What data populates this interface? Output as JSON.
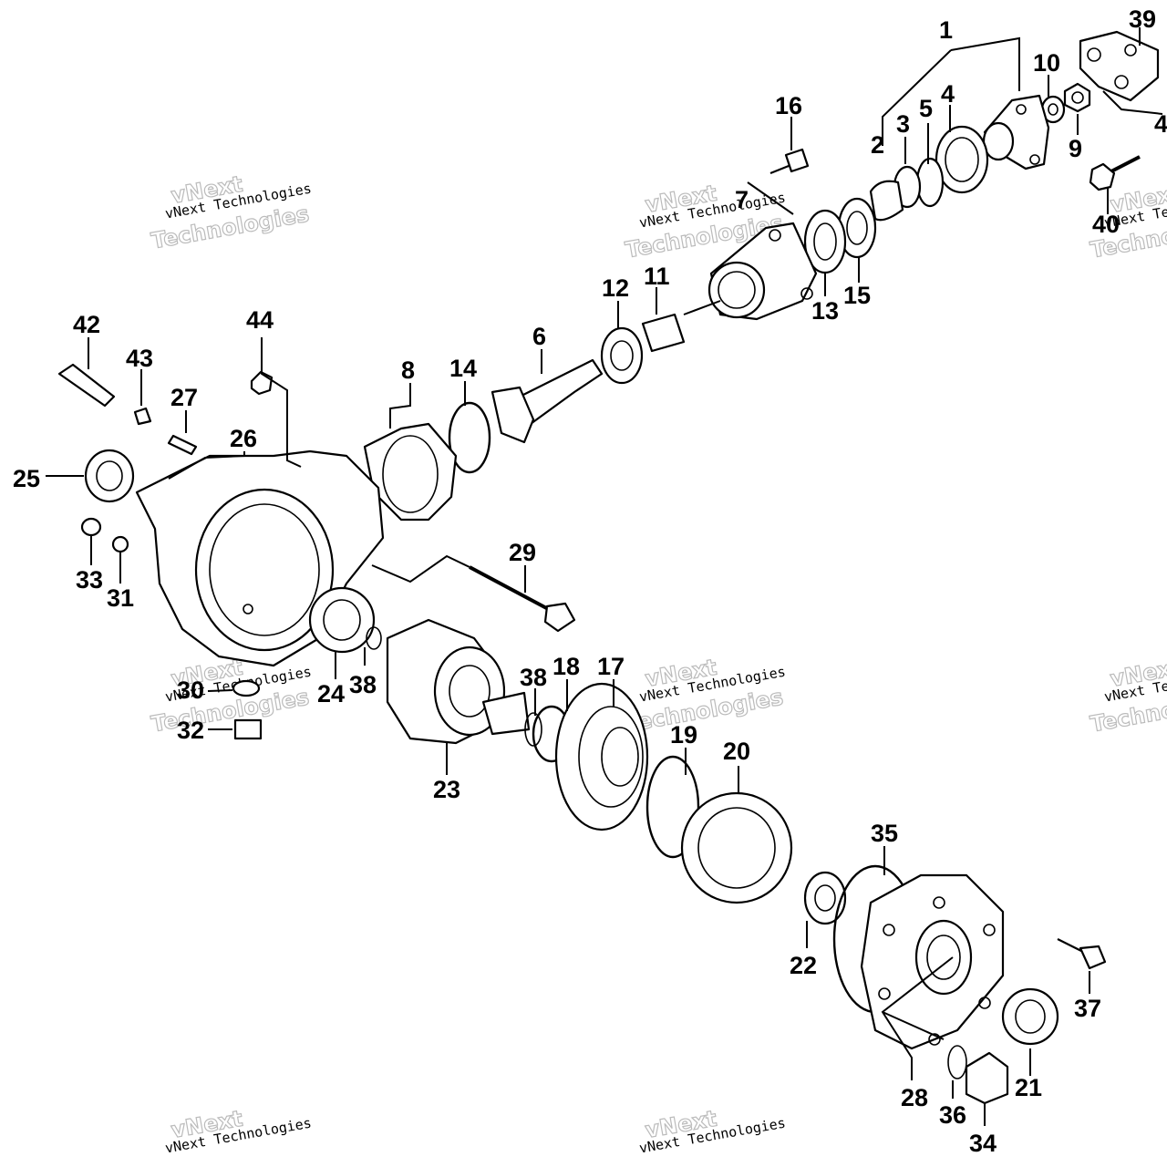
{
  "callouts": [
    {
      "id": "1",
      "text": "1"
    },
    {
      "id": "2",
      "text": "2"
    },
    {
      "id": "3",
      "text": "3"
    },
    {
      "id": "4",
      "text": "4"
    },
    {
      "id": "5",
      "text": "5"
    },
    {
      "id": "6",
      "text": "6"
    },
    {
      "id": "7",
      "text": "7"
    },
    {
      "id": "8",
      "text": "8"
    },
    {
      "id": "9",
      "text": "9"
    },
    {
      "id": "10",
      "text": "10"
    },
    {
      "id": "11",
      "text": "11"
    },
    {
      "id": "12",
      "text": "12"
    },
    {
      "id": "13",
      "text": "13"
    },
    {
      "id": "14",
      "text": "14"
    },
    {
      "id": "15",
      "text": "15"
    },
    {
      "id": "16",
      "text": "16"
    },
    {
      "id": "17",
      "text": "17"
    },
    {
      "id": "18",
      "text": "18"
    },
    {
      "id": "19",
      "text": "19"
    },
    {
      "id": "20",
      "text": "20"
    },
    {
      "id": "21",
      "text": "21"
    },
    {
      "id": "22",
      "text": "22"
    },
    {
      "id": "23",
      "text": "23"
    },
    {
      "id": "24",
      "text": "24"
    },
    {
      "id": "25",
      "text": "25"
    },
    {
      "id": "26",
      "text": "26"
    },
    {
      "id": "27",
      "text": "27"
    },
    {
      "id": "28",
      "text": "28"
    },
    {
      "id": "29",
      "text": "29"
    },
    {
      "id": "30",
      "text": "30"
    },
    {
      "id": "31",
      "text": "31"
    },
    {
      "id": "32",
      "text": "32"
    },
    {
      "id": "33",
      "text": "33"
    },
    {
      "id": "34",
      "text": "34"
    },
    {
      "id": "35",
      "text": "35"
    },
    {
      "id": "36",
      "text": "36"
    },
    {
      "id": "37",
      "text": "37"
    },
    {
      "id": "38a",
      "text": "38"
    },
    {
      "id": "38b",
      "text": "38"
    },
    {
      "id": "39",
      "text": "39"
    },
    {
      "id": "40",
      "text": "40"
    },
    {
      "id": "41",
      "text": "4"
    },
    {
      "id": "42",
      "text": "42"
    },
    {
      "id": "43",
      "text": "43"
    },
    {
      "id": "44",
      "text": "44"
    }
  ],
  "watermark": {
    "line1": "vNext",
    "line2": "vNext Technologies",
    "line3": "Technologies"
  }
}
